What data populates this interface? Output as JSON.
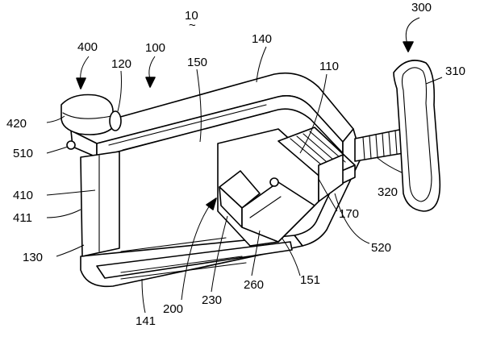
{
  "figure": {
    "title": "10",
    "title_mark": "~",
    "labels": {
      "l300": "300",
      "l310": "310",
      "l400": "400",
      "l100": "100",
      "l140": "140",
      "l120": "120",
      "l150": "150",
      "l110": "110",
      "l420": "420",
      "l510": "510",
      "l410": "410",
      "l411": "411",
      "l130": "130",
      "l320": "320",
      "l170": "170",
      "l520": "520",
      "l151": "151",
      "l200": "200",
      "l230": "230",
      "l260": "260",
      "l141": "141"
    }
  }
}
